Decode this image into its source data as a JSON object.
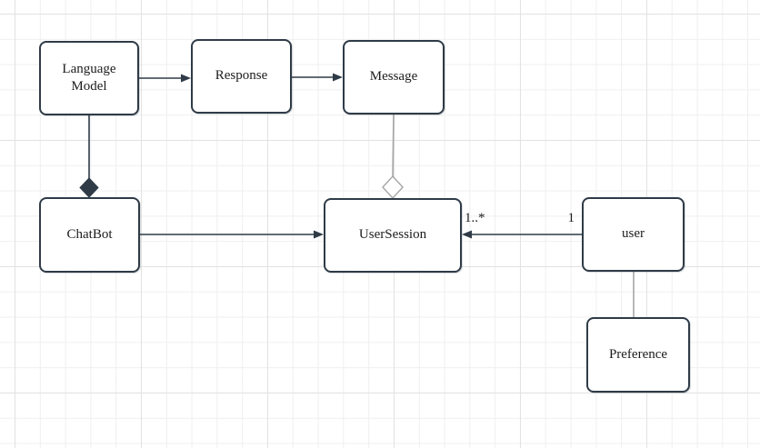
{
  "diagram": {
    "nodes": [
      {
        "id": "language-model",
        "label": "Language Model"
      },
      {
        "id": "response",
        "label": "Response"
      },
      {
        "id": "message",
        "label": "Message"
      },
      {
        "id": "chatbot",
        "label": "ChatBot"
      },
      {
        "id": "usersession",
        "label": "UserSession"
      },
      {
        "id": "user",
        "label": "user"
      },
      {
        "id": "preference",
        "label": "Preference"
      }
    ],
    "multiplicities": {
      "usersession_end": "1..*",
      "user_end": "1"
    },
    "edges": [
      {
        "id": "languagemodel-response",
        "type": "directed-arrow"
      },
      {
        "id": "response-message",
        "type": "directed-arrow"
      },
      {
        "id": "languagemodel-chatbot",
        "type": "composition-filled-diamond"
      },
      {
        "id": "message-usersession",
        "type": "aggregation-hollow-diamond"
      },
      {
        "id": "chatbot-usersession",
        "type": "directed-arrow"
      },
      {
        "id": "user-usersession",
        "type": "directed-arrow-with-multiplicity"
      },
      {
        "id": "user-preference",
        "type": "plain-line"
      }
    ],
    "colors": {
      "stroke": "#2F3B47",
      "stroke_light": "#A6A6A6",
      "text": "#1C1C1C",
      "node_fill": "#FFFFFF",
      "grid_minor": "#EFEFEF",
      "grid_major": "#E2E2E2"
    }
  }
}
